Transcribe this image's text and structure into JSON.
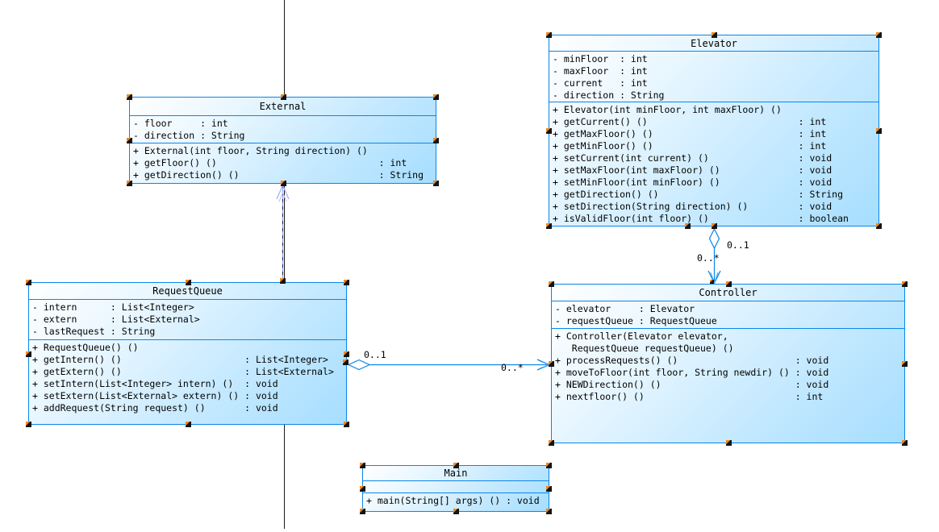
{
  "diagram_type": "uml-class-diagram",
  "colors": {
    "box_border_blue": "#0a86e8",
    "box_fill_top": "#ffffff",
    "box_fill_bottom": "#a6deff",
    "connector_blue": "#0a86e8",
    "selection_arrow_lavender": "#a9b6f2",
    "handle_black": "#141414",
    "handle_orange": "#f08a1e",
    "page_boundary_line": "#1b1b1b",
    "text": "#000000"
  },
  "classes": {
    "external": {
      "name": "External",
      "attributes": [
        "- floor     : int",
        "- direction : String"
      ],
      "methods": [
        "+ External(int floor, String direction) ()",
        "+ getFloor() ()                             : int",
        "+ getDirection() ()                         : String"
      ]
    },
    "elevator": {
      "name": "Elevator",
      "attributes": [
        "- minFloor  : int",
        "- maxFloor  : int",
        "- current   : int",
        "- direction : String"
      ],
      "methods": [
        "+ Elevator(int minFloor, int maxFloor) ()",
        "+ getCurrent() ()                           : int",
        "+ getMaxFloor() ()                          : int",
        "+ getMinFloor() ()                          : int",
        "+ setCurrent(int current) ()                : void",
        "+ setMaxFloor(int maxFloor) ()              : void",
        "+ setMinFloor(int minFloor) ()              : void",
        "+ getDirection() ()                         : String",
        "+ setDirection(String direction) ()         : void",
        "+ isValidFloor(int floor) ()                : boolean"
      ]
    },
    "requestQueue": {
      "name": "RequestQueue",
      "attributes": [
        "- intern      : List<Integer>",
        "- extern      : List<External>",
        "- lastRequest : String"
      ],
      "methods": [
        "+ RequestQueue() ()",
        "+ getIntern() ()                      : List<Integer>",
        "+ getExtern() ()                      : List<External>",
        "+ setIntern(List<Integer> intern) ()  : void",
        "+ setExtern(List<External> extern) () : void",
        "+ addRequest(String request) ()       : void"
      ]
    },
    "controller": {
      "name": "Controller",
      "attributes": [
        "- elevator     : Elevator",
        "- requestQueue : RequestQueue"
      ],
      "methods": [
        "+ Controller(Elevator elevator,",
        "   RequestQueue requestQueue) ()",
        "+ processRequests() ()                     : void",
        "+ moveToFloor(int floor, String newdir) () : void",
        "+ NEWDirection() ()                        : void",
        "+ nextfloor() ()                           : int"
      ]
    },
    "main": {
      "name": "Main",
      "attributes": [],
      "methods": [
        "+ main(String[] args) () : void"
      ]
    }
  },
  "connectors": {
    "requestqueue_external": {
      "type": "association-arrow",
      "from": "RequestQueue",
      "to": "External"
    },
    "elevator_controller": {
      "type": "aggregation",
      "diamond_end": "Elevator",
      "arrow_end": "Controller",
      "mult_diamond": "0..1",
      "mult_arrow": "0..*"
    },
    "requestqueue_controller": {
      "type": "aggregation",
      "diamond_end": "RequestQueue",
      "arrow_end": "Controller",
      "mult_diamond": "0..1",
      "mult_arrow": "0..*"
    }
  }
}
